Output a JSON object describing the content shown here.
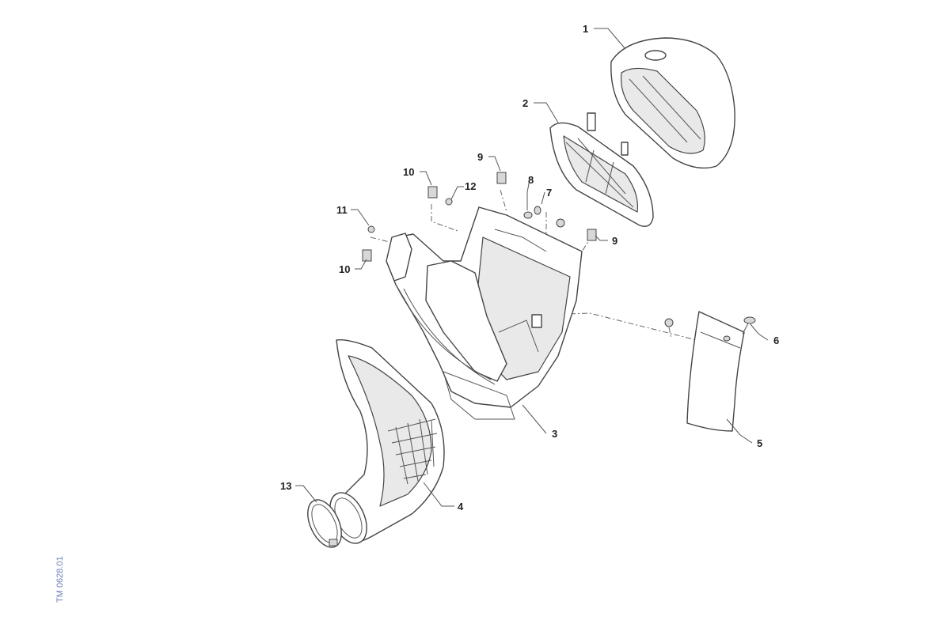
{
  "diagram": {
    "type": "exploded-parts-view",
    "drawing_code": "TM 0628.01",
    "callouts": [
      {
        "id": "c1",
        "label": "1"
      },
      {
        "id": "c2",
        "label": "2"
      },
      {
        "id": "c3",
        "label": "3"
      },
      {
        "id": "c4",
        "label": "4"
      },
      {
        "id": "c5",
        "label": "5"
      },
      {
        "id": "c6",
        "label": "6"
      },
      {
        "id": "c7",
        "label": "7"
      },
      {
        "id": "c8",
        "label": "8"
      },
      {
        "id": "c9a",
        "label": "9"
      },
      {
        "id": "c9b",
        "label": "9"
      },
      {
        "id": "c10a",
        "label": "10"
      },
      {
        "id": "c10b",
        "label": "10"
      },
      {
        "id": "c11",
        "label": "11"
      },
      {
        "id": "c12",
        "label": "12"
      },
      {
        "id": "c13",
        "label": "13"
      }
    ]
  }
}
